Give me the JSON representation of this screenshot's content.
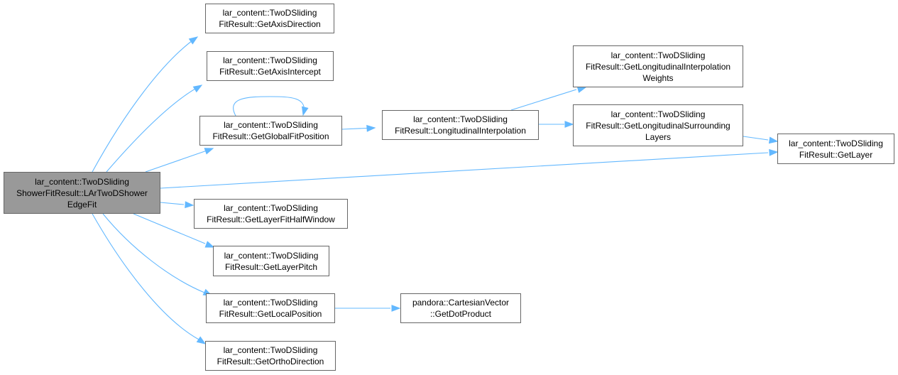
{
  "colors": {
    "edge": "#63b8ff",
    "node_border": "#666666",
    "root_fill": "#999999",
    "node_fill": "#ffffff"
  },
  "nodes": {
    "root": {
      "lines": [
        "lar_content::TwoDSliding",
        "ShowerFitResult::LArTwoDShower",
        "EdgeFit"
      ]
    },
    "axisdir": {
      "lines": [
        "lar_content::TwoDSliding",
        "FitResult::GetAxisDirection"
      ]
    },
    "axisint": {
      "lines": [
        "lar_content::TwoDSliding",
        "FitResult::GetAxisIntercept"
      ]
    },
    "globalfit": {
      "lines": [
        "lar_content::TwoDSliding",
        "FitResult::GetGlobalFitPosition"
      ]
    },
    "longinterp": {
      "lines": [
        "lar_content::TwoDSliding",
        "FitResult::LongitudinalInterpolation"
      ]
    },
    "interpweights": {
      "lines": [
        "lar_content::TwoDSliding",
        "FitResult::GetLongitudinalInterpolation",
        "Weights"
      ]
    },
    "surrlayers": {
      "lines": [
        "lar_content::TwoDSliding",
        "FitResult::GetLongitudinalSurrounding",
        "Layers"
      ]
    },
    "getlayer": {
      "lines": [
        "lar_content::TwoDSliding",
        "FitResult::GetLayer"
      ]
    },
    "halfwindow": {
      "lines": [
        "lar_content::TwoDSliding",
        "FitResult::GetLayerFitHalfWindow"
      ]
    },
    "pitch": {
      "lines": [
        "lar_content::TwoDSliding",
        "FitResult::GetLayerPitch"
      ]
    },
    "localpos": {
      "lines": [
        "lar_content::TwoDSliding",
        "FitResult::GetLocalPosition"
      ]
    },
    "dotproduct": {
      "lines": [
        "pandora::CartesianVector",
        "::GetDotProduct"
      ]
    },
    "orthodir": {
      "lines": [
        "lar_content::TwoDSliding",
        "FitResult::GetOrthoDirection"
      ]
    }
  }
}
